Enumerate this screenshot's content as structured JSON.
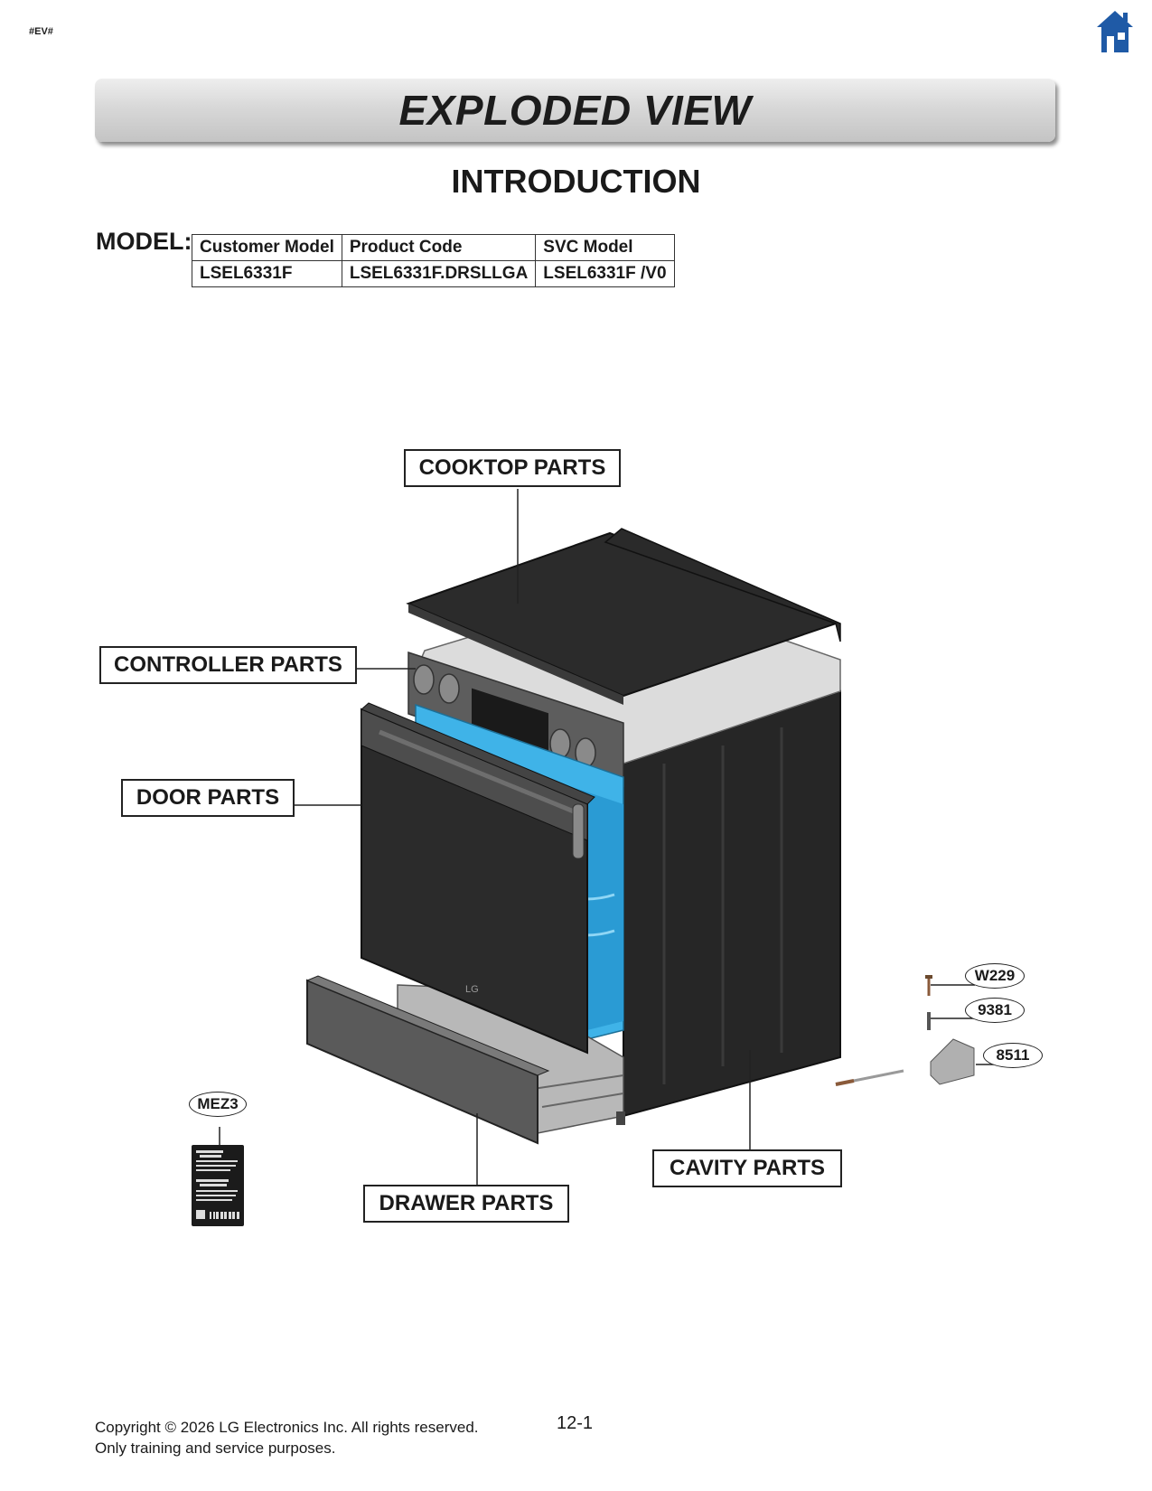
{
  "header": {
    "tag": "#EV#",
    "banner_title": "EXPLODED VIEW",
    "subtitle": "INTRODUCTION",
    "home_icon": "home-icon"
  },
  "model": {
    "label": "MODEL:",
    "headers": [
      "Customer Model",
      "Product Code",
      "SVC Model"
    ],
    "values": [
      "LSEL6331F",
      "LSEL6331F.DRSLLGA",
      "LSEL6331F /V0"
    ]
  },
  "diagram": {
    "callouts": {
      "cooktop": "COOKTOP PARTS",
      "controller": "CONTROLLER PARTS",
      "door": "DOOR PARTS",
      "drawer": "DRAWER PARTS",
      "cavity": "CAVITY PARTS"
    },
    "part_numbers": {
      "label": "MEZ3",
      "p1": "W229",
      "p2": "9381",
      "p3": "8511"
    },
    "door_logo": "LG"
  },
  "footer": {
    "copyright": "Copyright © 2026 LG Electronics Inc. All rights reserved.",
    "note": "Only training and service purposes.",
    "page": "12-1"
  },
  "colors": {
    "banner": "#d0d0d0",
    "oven_body": "#2b2b2b",
    "oven_interior": "#3fb3e8",
    "home_icon": "#1f5aa6"
  }
}
